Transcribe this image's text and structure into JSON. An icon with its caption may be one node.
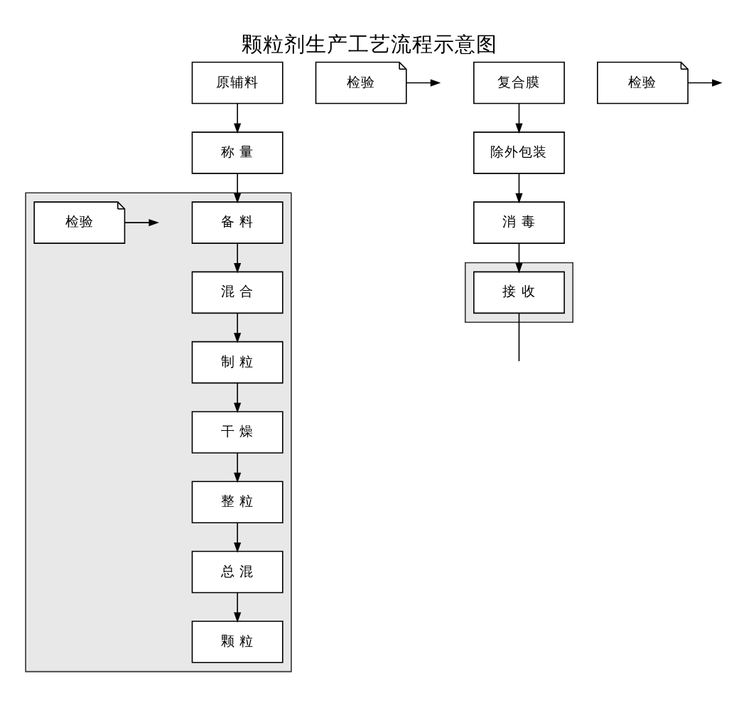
{
  "diagram": {
    "title": "颗粒剂生产工艺流程示意图",
    "nodes": [
      {
        "text": [
          "原辅料"
        ]
      },
      {
        "text": [
          "检验"
        ]
      },
      {
        "text": [
          "称 量"
        ]
      },
      {
        "text": [],
        "shape": "box"
      },
      {
        "text": [
          "备 料"
        ],
        "in": 3
      },
      {
        "text": [
          "混 合"
        ],
        "in": 3
      },
      {
        "text": [
          "制 粒"
        ],
        "in": 3
      },
      {
        "text": [
          "干 燥"
        ],
        "in": 3
      },
      {
        "text": [
          "整 粒"
        ],
        "in": 3
      },
      {
        "text": [
          "总 混"
        ],
        "in": 3
      },
      {
        "text": [
          "检验"
        ],
        "in": 3
      },
      {
        "text": [
          "颗 粒"
        ],
        "in": 3
      },
      {
        "text": [
          "复合膜"
        ]
      },
      {
        "text": [
          "检验"
        ]
      },
      {
        "text": [
          "除外包装"
        ]
      },
      {
        "text": [
          "消 毒"
        ]
      },
      {
        "text": [],
        "shape": "box"
      },
      {
        "text": [
          "接 收"
        ],
        "in": 16
      }
    ],
    "edges": [
      {
        "from": 0,
        "to": 2,
        "arrow": "to"
      },
      {
        "from": 1,
        "to": null,
        "arrow": "to"
      },
      {
        "from": 2,
        "to": 4,
        "arrow": "to"
      },
      {
        "from": 4,
        "to": 5,
        "arrow": "to"
      },
      {
        "from": 5,
        "to": 6,
        "arrow": "to"
      },
      {
        "from": 6,
        "to": 7,
        "arrow": "to"
      },
      {
        "from": 7,
        "to": 8,
        "arrow": "to"
      },
      {
        "from": 8,
        "to": 9,
        "arrow": "to"
      },
      {
        "from": 9,
        "to": 11,
        "arrow": "to"
      },
      {
        "from": 10,
        "to": null,
        "arrow": "to"
      },
      {
        "from": 12,
        "to": 14,
        "arrow": "to"
      },
      {
        "from": 13,
        "to": null,
        "arrow": "to"
      },
      {
        "from": 14,
        "to": 15,
        "arrow": "to"
      },
      {
        "from": 15,
        "to": 17,
        "arrow": "to"
      },
      {
        "from": 17,
        "to": null,
        "arrow": "none"
      }
    ]
  }
}
